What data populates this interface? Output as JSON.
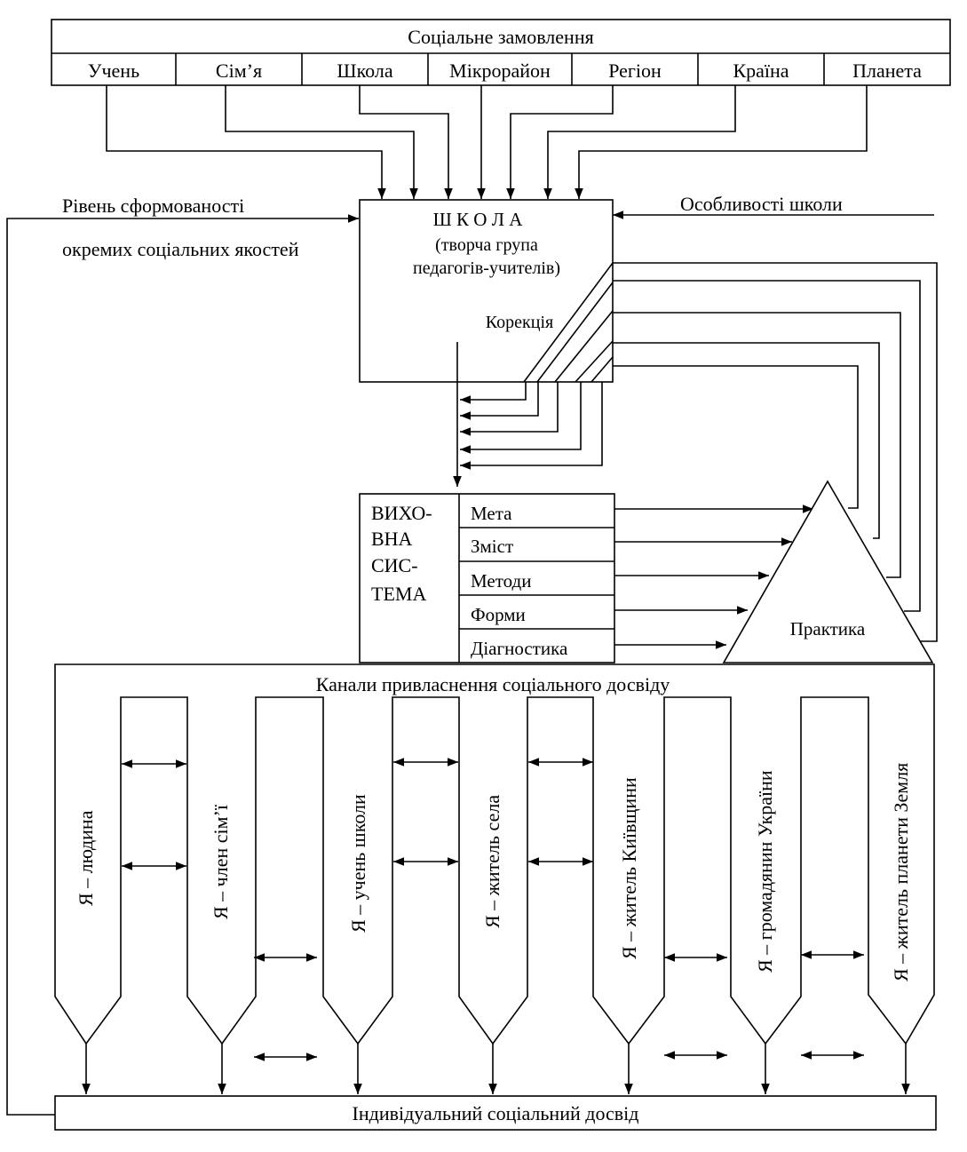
{
  "social_order": {
    "title": "Соціальне замовлення",
    "items": [
      "Учень",
      "Сім’я",
      "Школа",
      "Мікрорайон",
      "Регіон",
      "Країна",
      "Планета"
    ]
  },
  "school": {
    "title": "Ш К О Л А",
    "subtitle_line1": "(творча група",
    "subtitle_line2": "педагогів-учителів)",
    "correction": "Корекція"
  },
  "left_label": {
    "line1": "Рівень сформованості",
    "line2": "окремих соціальних якостей"
  },
  "right_label": "Особливості школи",
  "edu_system": {
    "title_lines": [
      "ВИХО-",
      "ВНА",
      "СИС-",
      "ТЕМА"
    ],
    "components": [
      "Мета",
      "Зміст",
      "Методи",
      "Форми",
      "Діагностика"
    ]
  },
  "practice": "Практика",
  "channels": {
    "title": "Канали привласнення соціального досвіду",
    "items": [
      "Я – людина",
      "Я – член сім’ї",
      "Я – учень школи",
      "Я – житель села",
      "Я – житель Київщини",
      "Я – громадянин України",
      "Я – житель планети Земля"
    ]
  },
  "experience": "Індивідуальний соціальний досвід"
}
